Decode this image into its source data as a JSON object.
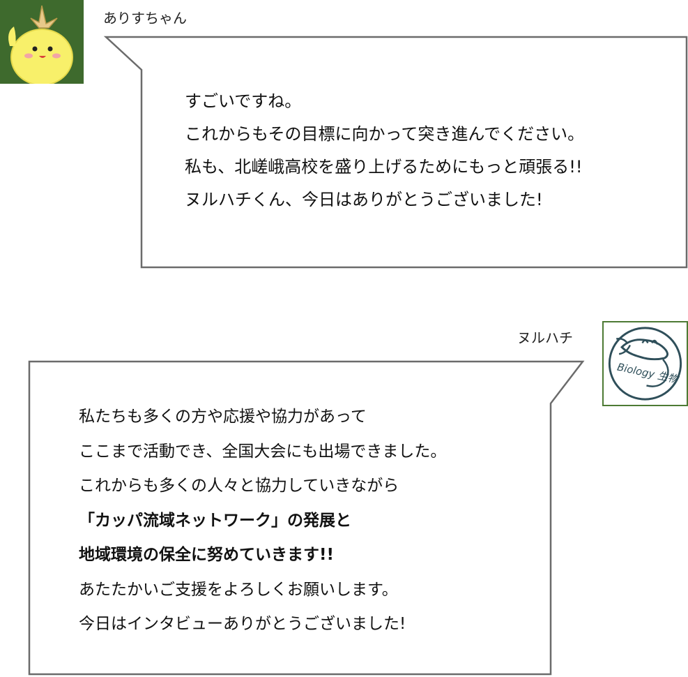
{
  "conversation": [
    {
      "speaker": "ありすちゃん",
      "avatar_icon": "yellow-chick-character-icon",
      "side": "left",
      "lines": [
        "すごいですね。",
        "これからもその目標に向かって突き進んでください。",
        "私も、北嵯峨高校を盛り上げるためにもっと頑張る!!",
        "ヌルハチくん、今日はありがとうございました!"
      ]
    },
    {
      "speaker": "ヌルハチ",
      "avatar_icon": "biology-catfish-logo-icon",
      "avatar_logo_text": "Biology 生物",
      "side": "right",
      "lines": [
        "私たちも多くの方や応援や協力があって",
        "ここまで活動でき、全国大会にも出場できました。",
        "これからも多くの人々と協力していきながら"
      ],
      "highlighted_lines": [
        "「カッパ流域ネットワーク」の発展と",
        "地域環境の保全に努めていきます!!"
      ],
      "closing_lines": [
        "あたたかいご支援をよろしくお願いします。",
        "今日はインタビューありがとうございました!"
      ]
    }
  ],
  "colors": {
    "avatar_bg": "#3e6a2d",
    "bubble_border": "#6b6b6b",
    "highlight": "#f5ef6a",
    "chick": "#f8f06a"
  }
}
